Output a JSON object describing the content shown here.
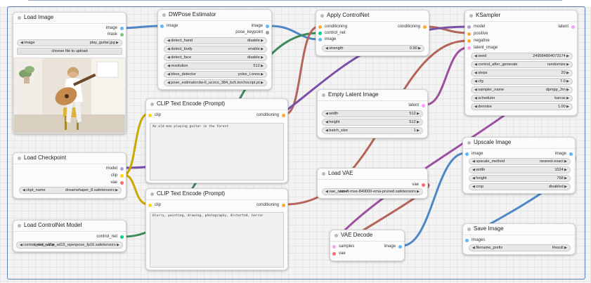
{
  "load_image": {
    "title": "Load Image",
    "out_image": "image",
    "out_mask": "mask",
    "w_image_label": "image",
    "w_image_value": "play_guitar.jpg",
    "upload_button": "choose file to upload"
  },
  "dwpose": {
    "title": "DWPose Estimator",
    "in_image": "image",
    "out_image": "image",
    "out_pose_keypoint": "pose_keypoint",
    "widgets": [
      {
        "label": "detect_hand",
        "value": "disable"
      },
      {
        "label": "detect_body",
        "value": "enable"
      },
      {
        "label": "detect_face",
        "value": "disable"
      },
      {
        "label": "resolution",
        "value": "512"
      },
      {
        "label": "bbox_detector",
        "value": "yolox_l.onnx"
      },
      {
        "label": "pose_estimator",
        "value": "dw-ll_ucoco_384_bs5.torchscript.pt"
      }
    ]
  },
  "apply_controlnet": {
    "title": "Apply ControlNet",
    "in_conditioning": "conditioning",
    "in_control_net": "control_net",
    "in_image": "image",
    "out_conditioning": "conditioning",
    "w_strength_label": "strength",
    "w_strength_value": "0.90"
  },
  "ksampler": {
    "title": "KSampler",
    "in_model": "model",
    "in_positive": "positive",
    "in_negative": "negative",
    "in_latent_image": "latent_image",
    "out_latent": "latent",
    "widgets": [
      {
        "label": "seed",
        "value": "249584804073174"
      },
      {
        "label": "control_after_generate",
        "value": "randomize"
      },
      {
        "label": "steps",
        "value": "20"
      },
      {
        "label": "cfg",
        "value": "7.0"
      },
      {
        "label": "sampler_name",
        "value": "dpmpp_2m"
      },
      {
        "label": "scheduler",
        "value": "karras"
      },
      {
        "label": "denoise",
        "value": "1.00"
      }
    ]
  },
  "clip_positive": {
    "title": "CLIP Text Encode (Prompt)",
    "in_clip": "clip",
    "out_conditioning": "conditioning",
    "text": "An old man playing guitar in the forest"
  },
  "clip_negative": {
    "title": "CLIP Text Encode (Prompt)",
    "in_clip": "clip",
    "out_conditioning": "conditioning",
    "text": "blurry, painting, drawing, photography, distorted, horror"
  },
  "empty_latent": {
    "title": "Empty Latent Image",
    "out_latent": "latent",
    "widgets": [
      {
        "label": "width",
        "value": "512"
      },
      {
        "label": "height",
        "value": "512"
      },
      {
        "label": "batch_size",
        "value": "1"
      }
    ]
  },
  "load_checkpoint": {
    "title": "Load Checkpoint",
    "out_model": "model",
    "out_clip": "clip",
    "out_vae": "vae",
    "w_ckpt_label": "ckpt_name",
    "w_ckpt_value": "dreamshaper_8.safetensors"
  },
  "load_vae": {
    "title": "Load VAE",
    "out_vae": "vae",
    "w_vae_label": "vae_name",
    "w_vae_value": "vae-ft-mse-840000-ema-pruned.safetensors"
  },
  "upscale_image": {
    "title": "Upscale Image",
    "in_image": "image",
    "out_image": "image",
    "widgets": [
      {
        "label": "upscale_method",
        "value": "nearest-exact"
      },
      {
        "label": "width",
        "value": "1024"
      },
      {
        "label": "height",
        "value": "768"
      },
      {
        "label": "crop",
        "value": "disabled"
      }
    ]
  },
  "load_controlnet": {
    "title": "Load ControlNet Model",
    "out_control_net": "control_net",
    "w_label": "control_net_name",
    "w_value": "control_v11p_sd15_openpose_fp16.safetensors"
  },
  "vae_decode": {
    "title": "VAE Decode",
    "in_samples": "samples",
    "in_vae": "vae",
    "out_image": "image"
  },
  "save_image": {
    "title": "Save Image",
    "in_images": "images",
    "w_prefix_label": "filename_prefix",
    "w_prefix_value": "Result"
  },
  "colors": {
    "image": "#64b5f6",
    "mask": "#81c784",
    "model": "#b39ddb",
    "clip": "#ffd500",
    "vae": "#ff6e6e",
    "conditioning": "#ffa931",
    "control_net": "#00d78d",
    "latent": "#ff9cf9",
    "wire_image": "#4f86c6",
    "wire_model": "#7a4fa8",
    "wire_cond": "#b5645a",
    "wire_cnet": "#3d8a5a",
    "wire_latent": "#9c4fa0"
  }
}
